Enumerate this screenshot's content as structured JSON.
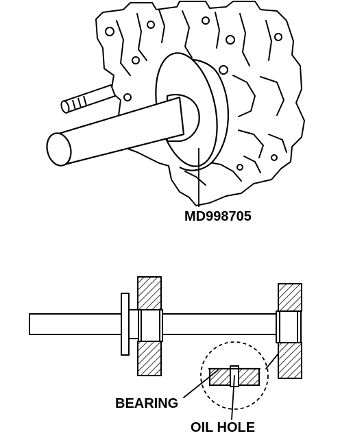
{
  "labels": {
    "tool": "MD998705",
    "bearing": "BEARING",
    "oil_hole": "OIL HOLE"
  },
  "colors": {
    "ink": "#000000",
    "paper": "#ffffff"
  }
}
